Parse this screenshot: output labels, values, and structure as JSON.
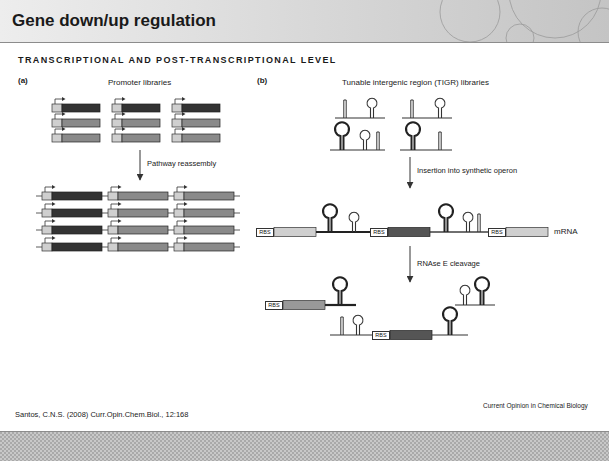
{
  "diagram": {
    "title": "Gene down/up regulation",
    "caption": "Santos, C.N.S. (2008) Curr.Opin.Chem.Biol., 12:168",
    "labels": [
      "TRANSCRIPTIONAL AND POST-TRANSCRIPTIONAL LEVEL",
      "(a)",
      "Promoter libraries",
      "Pathway reassembly",
      "(b)",
      "Tunable intergenic region (TIGR) libraries",
      "Insertion into synthetic operon",
      "RBS",
      "RBS",
      "RBS",
      "mRNA",
      "RNAse E cleavage",
      "RBS",
      "RBS",
      "Current Opinion in Chemical Biology"
    ]
  }
}
